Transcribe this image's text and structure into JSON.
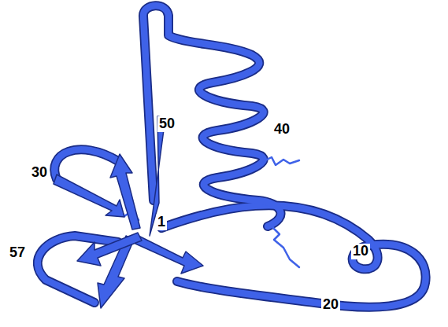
{
  "diagram": {
    "labels": [
      "50",
      "40",
      "30",
      "1",
      "10",
      "57",
      "20"
    ]
  }
}
